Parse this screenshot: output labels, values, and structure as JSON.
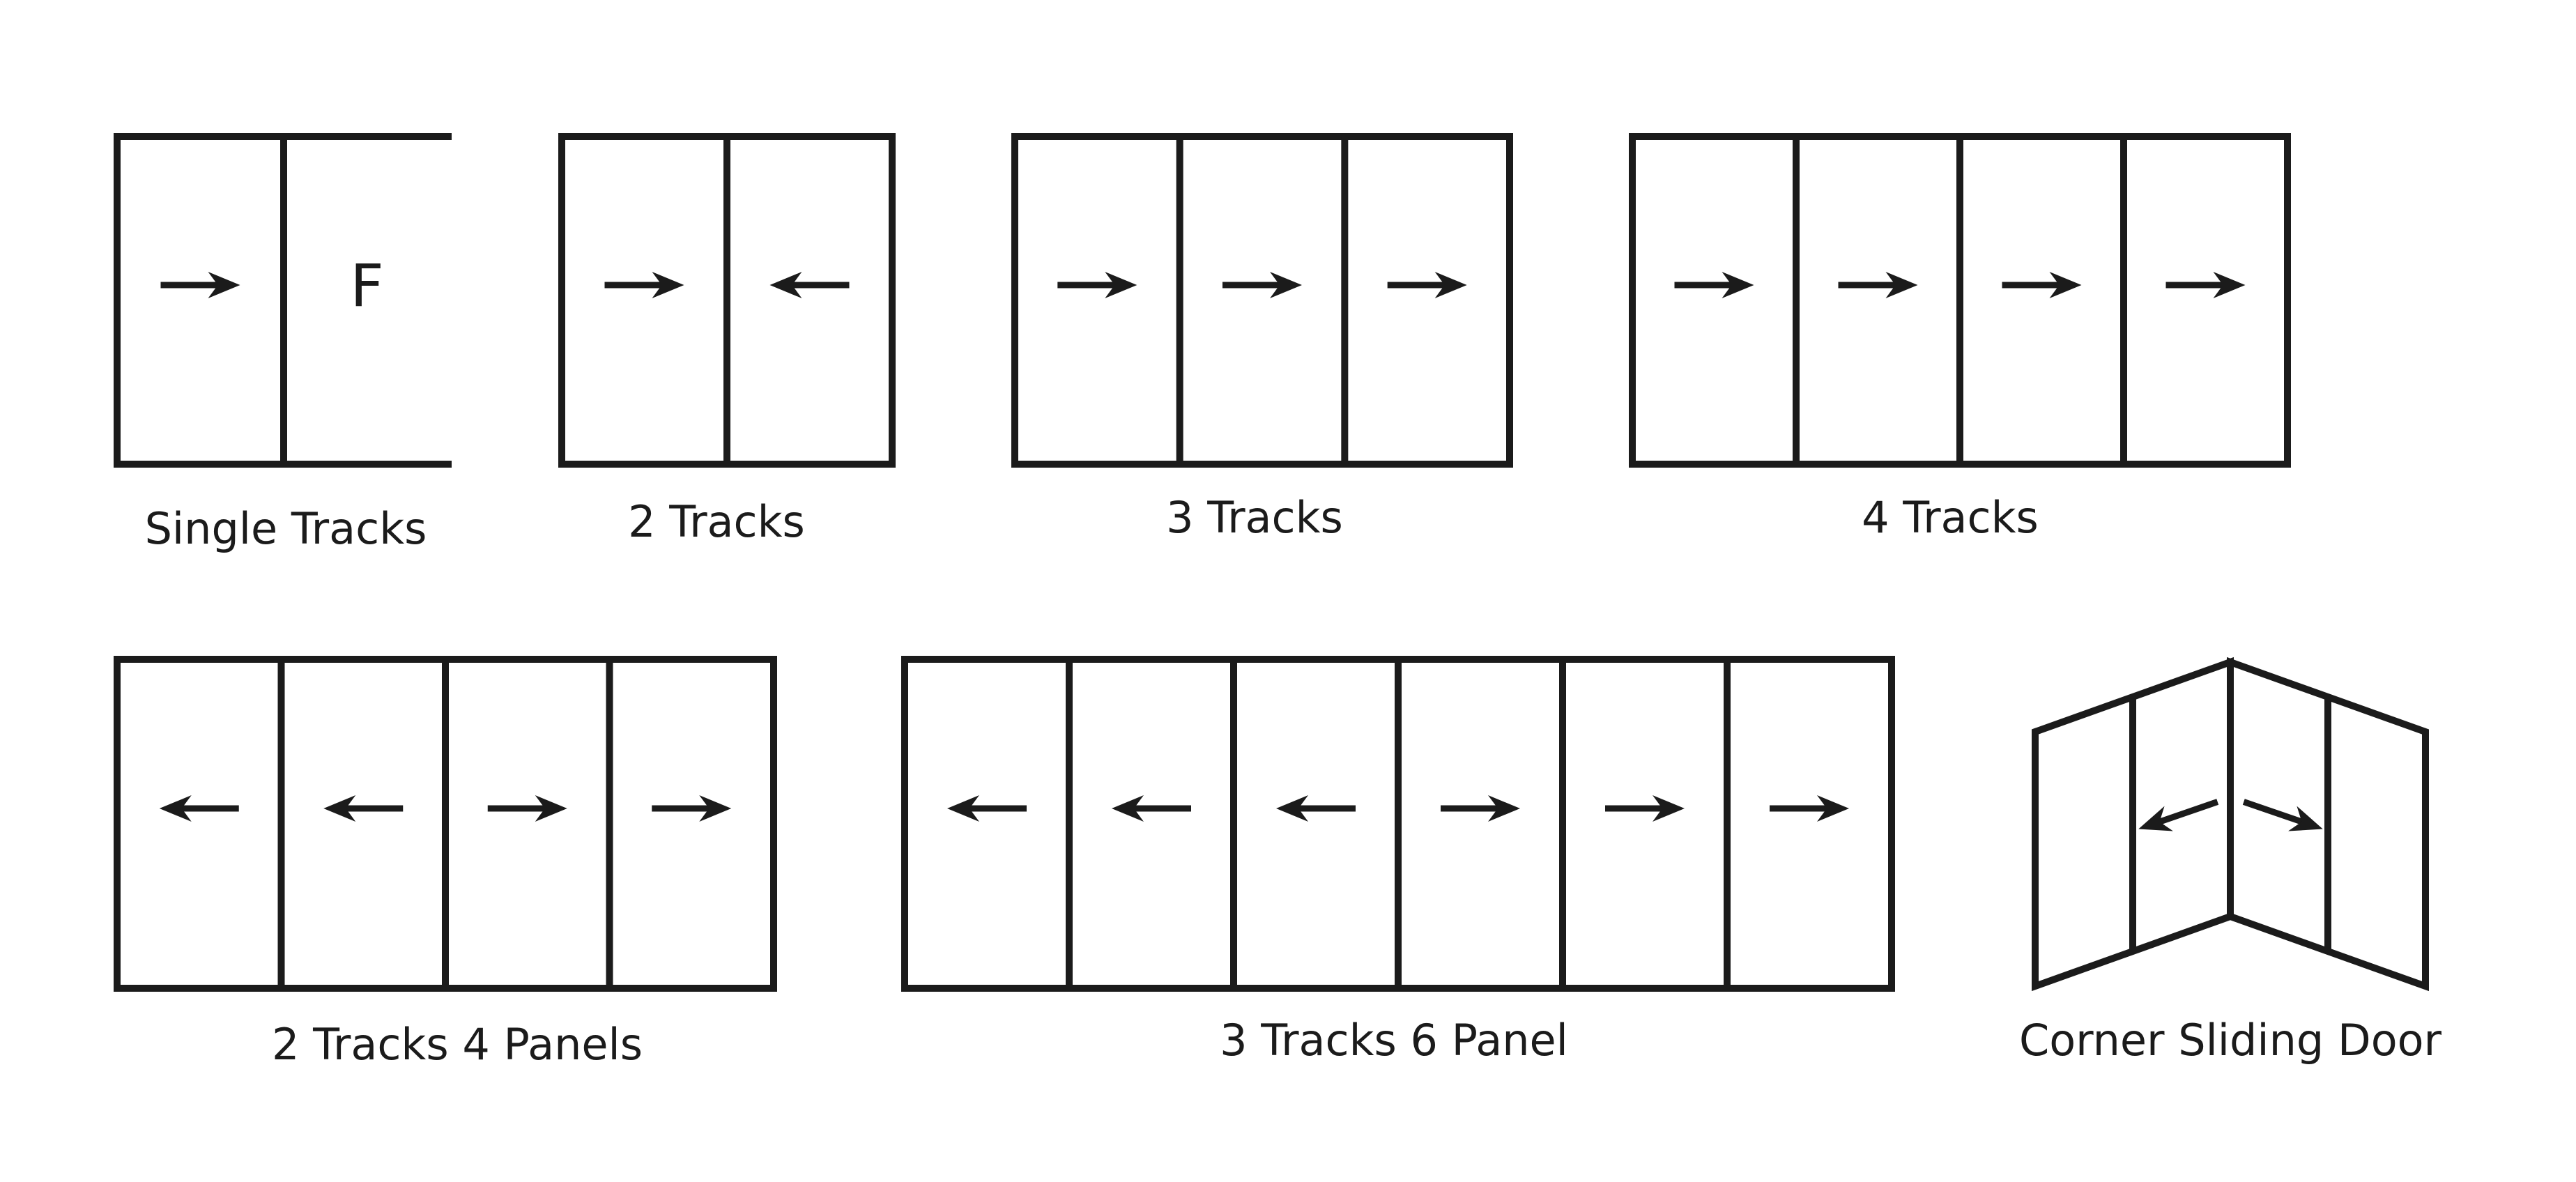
{
  "colors": {
    "stroke": "#1b1b1b",
    "background": "#ffffff"
  },
  "diagrams": [
    {
      "id": "single-tracks",
      "label": "Single Tracks",
      "panels": [
        "right",
        "fixed"
      ],
      "fixed_mark": "F",
      "open_right": true
    },
    {
      "id": "2-tracks",
      "label": "2 Tracks",
      "panels": [
        "right",
        "left"
      ]
    },
    {
      "id": "3-tracks",
      "label": "3 Tracks",
      "panels": [
        "right",
        "right",
        "right"
      ]
    },
    {
      "id": "4-tracks",
      "label": "4 Tracks",
      "panels": [
        "right",
        "right",
        "right",
        "right"
      ]
    },
    {
      "id": "2-tracks-4-panels",
      "label": "2 Tracks 4 Panels",
      "panels": [
        "left",
        "left",
        "right",
        "right"
      ]
    },
    {
      "id": "3-tracks-6-panel",
      "label": "3 Tracks 6 Panel",
      "panels": [
        "left",
        "left",
        "left",
        "right",
        "right",
        "right"
      ]
    },
    {
      "id": "corner-sliding-door",
      "label": "Corner Sliding Door",
      "panels": [
        "left",
        "right"
      ],
      "corner": true
    }
  ]
}
